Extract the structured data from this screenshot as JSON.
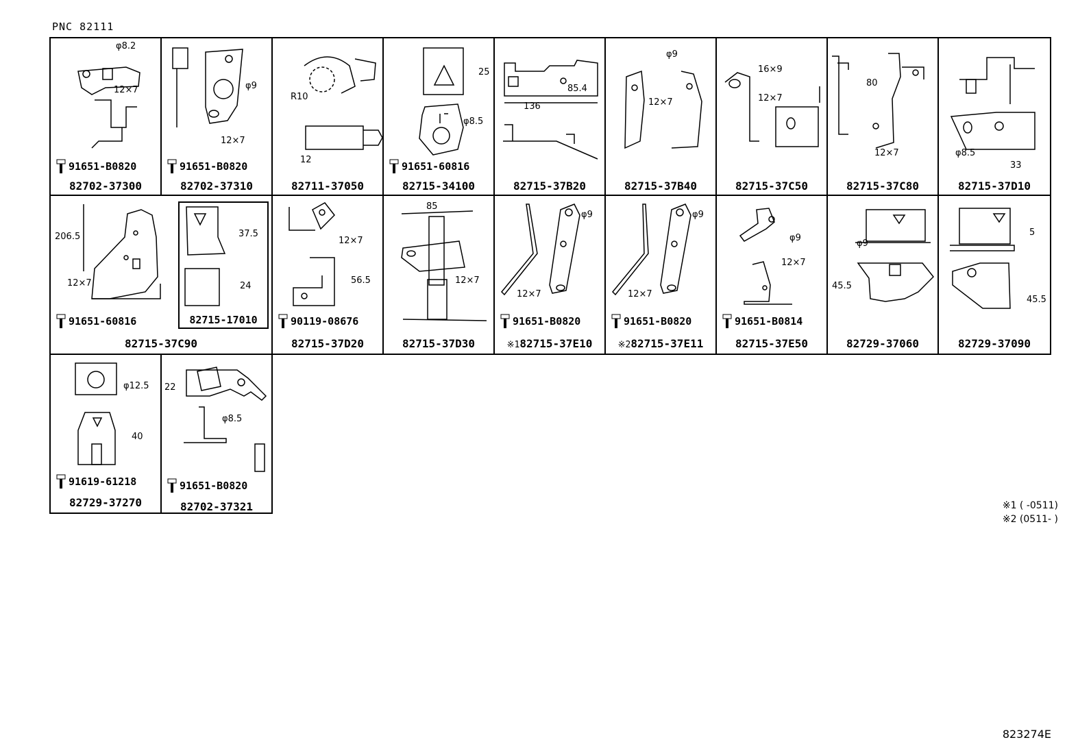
{
  "pnc_label": "PNC 82111",
  "figure_number": "823274E",
  "notes": [
    "※1 (    -0511)",
    "※2 (0511-    )"
  ],
  "row1": [
    {
      "part": "82702-37300",
      "bolt": "91651-B0820",
      "dims": [
        "φ8.2",
        "12×7"
      ]
    },
    {
      "part": "82702-37310",
      "bolt": "91651-B0820",
      "dims": [
        "φ9",
        "12×7"
      ]
    },
    {
      "part": "82711-37050",
      "bolt": "",
      "dims": [
        "R10",
        "12"
      ]
    },
    {
      "part": "82715-34100",
      "bolt": "91651-60816",
      "dims": [
        "25",
        "φ8.5"
      ]
    },
    {
      "part": "82715-37B20",
      "bolt": "",
      "dims": [
        "136",
        "85.4"
      ]
    },
    {
      "part": "82715-37B40",
      "bolt": "",
      "dims": [
        "φ9",
        "12×7"
      ]
    },
    {
      "part": "82715-37C50",
      "bolt": "",
      "dims": [
        "16×9",
        "12×7"
      ]
    },
    {
      "part": "82715-37C80",
      "bolt": "",
      "dims": [
        "80",
        "12×7"
      ]
    },
    {
      "part": "82715-37D10",
      "bolt": "",
      "dims": [
        "φ8.5",
        "33"
      ]
    }
  ],
  "row2": [
    {
      "part": "82715-37C90",
      "bolt": "91651-60816",
      "inset_part": "82715-17010",
      "dims": [
        "206.5",
        "12×7",
        "37.5",
        "24"
      ]
    },
    {
      "part": "82715-37D20",
      "bolt": "90119-08676",
      "dims": [
        "12×7",
        "56.5"
      ]
    },
    {
      "part": "82715-37D30",
      "bolt": "",
      "dims": [
        "85",
        "12×7"
      ]
    },
    {
      "part": "82715-37E10",
      "prefix": "※1",
      "bolt": "91651-B0820",
      "dims": [
        "φ9",
        "12×7"
      ]
    },
    {
      "part": "82715-37E11",
      "prefix": "※2",
      "bolt": "91651-B0820",
      "dims": [
        "φ9",
        "12×7"
      ]
    },
    {
      "part": "82715-37E50",
      "bolt": "91651-B0814",
      "dims": [
        "φ9",
        "12×7"
      ]
    },
    {
      "part": "82729-37060",
      "bolt": "",
      "dims": [
        "φ9",
        "45.5"
      ]
    },
    {
      "part": "82729-37090",
      "bolt": "",
      "dims": [
        "5",
        "45.5"
      ]
    }
  ],
  "row3": [
    {
      "part": "82729-37270",
      "bolt": "91619-61218",
      "dims": [
        "φ12.5",
        "40"
      ]
    },
    {
      "part": "82702-37321",
      "bolt": "91651-B0820",
      "dims": [
        "22",
        "φ8.5"
      ]
    }
  ]
}
